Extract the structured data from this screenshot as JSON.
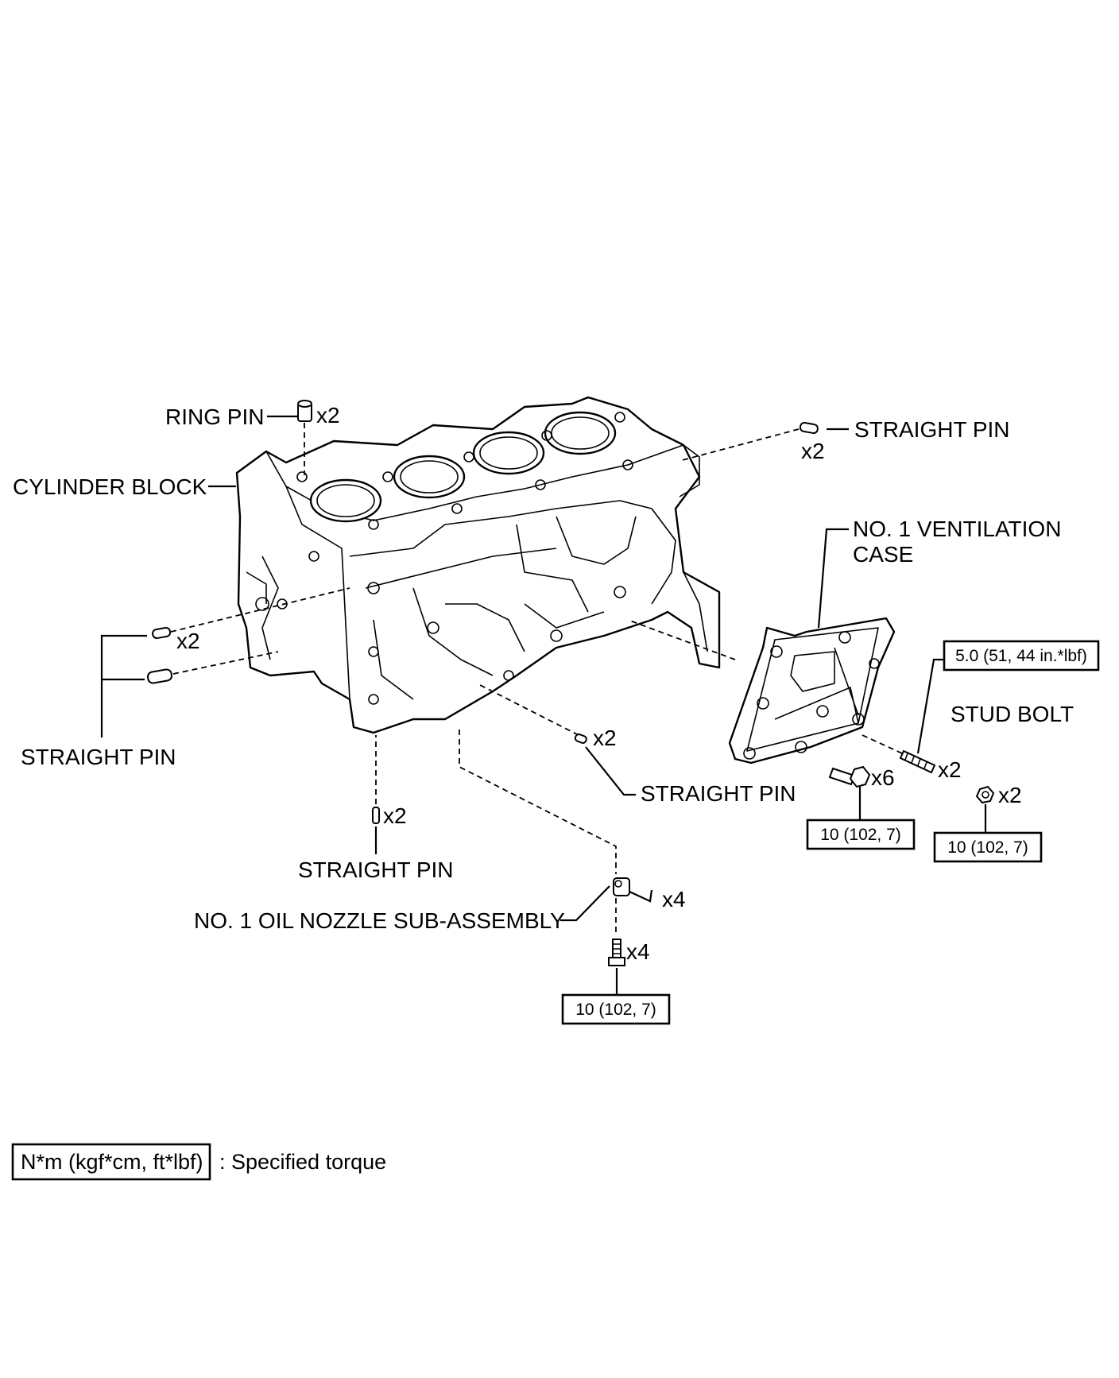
{
  "labels": {
    "ring_pin": "RING PIN",
    "cylinder_block": "CYLINDER BLOCK",
    "straight_pin_top_right": "STRAIGHT PIN",
    "ventilation_case_line1": "NO. 1 VENTILATION",
    "ventilation_case_line2": "CASE",
    "straight_pin_left": "STRAIGHT PIN",
    "stud_bolt": "STUD BOLT",
    "straight_pin_center": "STRAIGHT PIN",
    "straight_pin_bottom": "STRAIGHT PIN",
    "oil_nozzle": "NO. 1 OIL NOZZLE SUB-ASSEMBLY"
  },
  "counts": {
    "ring_pin": "x2",
    "straight_pin_top_right": "x2",
    "straight_pin_left": "x2",
    "straight_pin_center": "x2",
    "straight_pin_bottom": "x2",
    "ventilation_bolt": "x6",
    "stud_bolt": "x2",
    "stud_nut": "x2",
    "oil_nozzle": "x4",
    "oil_nozzle_bolt": "x4"
  },
  "torque": {
    "ventilation_bolt": "10 (102, 7)",
    "stud_bolt": "5.0 (51, 44 in.*lbf)",
    "stud_nut": "10 (102, 7)",
    "oil_nozzle_bolt": "10 (102, 7)"
  },
  "legend": {
    "box_text": "N*m (kgf*cm, ft*lbf)",
    "description": ": Specified torque"
  }
}
